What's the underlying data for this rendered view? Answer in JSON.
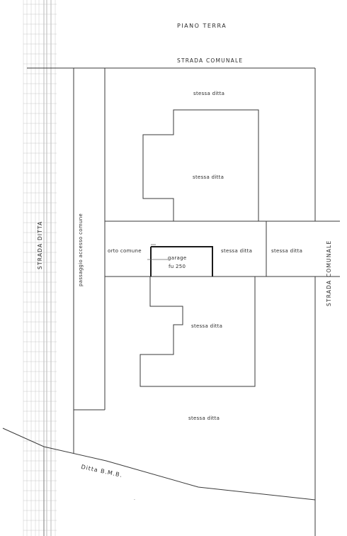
{
  "drawing": {
    "title": "PIANO TERRA",
    "roads": {
      "top": "STRADA COMUNALE",
      "right": "STRADA COMUNALE",
      "left": "STRADA DITTA"
    },
    "labels": {
      "plot_top": "stessa ditta",
      "building_upper": "stessa ditta",
      "row_center": "stessa ditta",
      "row_right": "stessa ditta",
      "building_lower": "stessa ditta",
      "plot_bottom": "stessa ditta",
      "orto": "orto comune",
      "passage": "passaggio accesso comune",
      "garage": "garage",
      "garage_sub": "fu 250",
      "neighbor": "Ditta B.M.B."
    }
  }
}
